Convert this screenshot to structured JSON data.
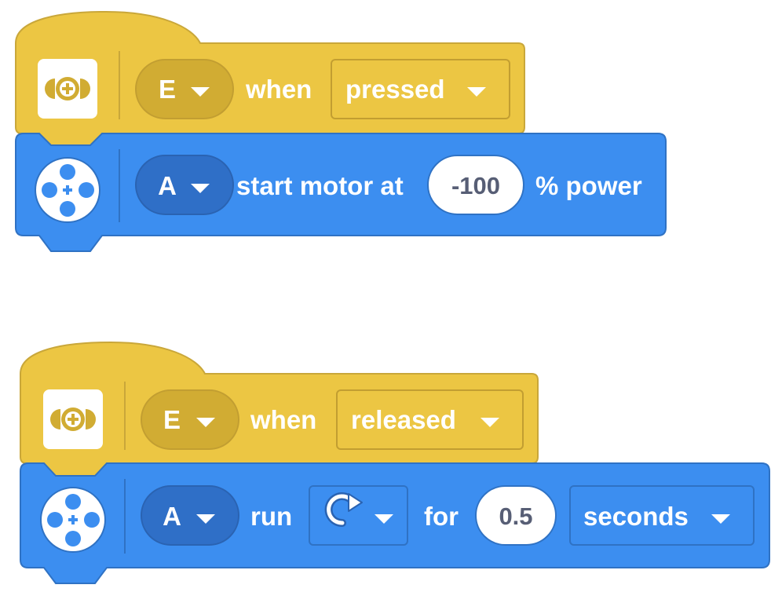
{
  "colors": {
    "event_block": "#ecc643",
    "event_block_border": "#c9a73a",
    "event_pill": "#d1ac33",
    "motor_block": "#3c8ef0",
    "motor_block_border": "#2f72c4",
    "motor_pill": "#2f6fc7",
    "input_fill": "#ffffff",
    "input_text": "#575e75"
  },
  "scripts": [
    {
      "hat": {
        "icon": "force-sensor-icon",
        "port": "E",
        "word": "when",
        "state": "pressed"
      },
      "command": {
        "icon": "motor-icon",
        "port": "A",
        "text": "start motor at",
        "power": "-100",
        "suffix": "% power"
      }
    },
    {
      "hat": {
        "icon": "force-sensor-icon",
        "port": "E",
        "word": "when",
        "state": "released"
      },
      "command": {
        "icon": "motor-icon",
        "port": "A",
        "run": "run",
        "direction_icon": "clockwise-arrow-icon",
        "for": "for",
        "amount": "0.5",
        "unit": "seconds"
      }
    }
  ]
}
